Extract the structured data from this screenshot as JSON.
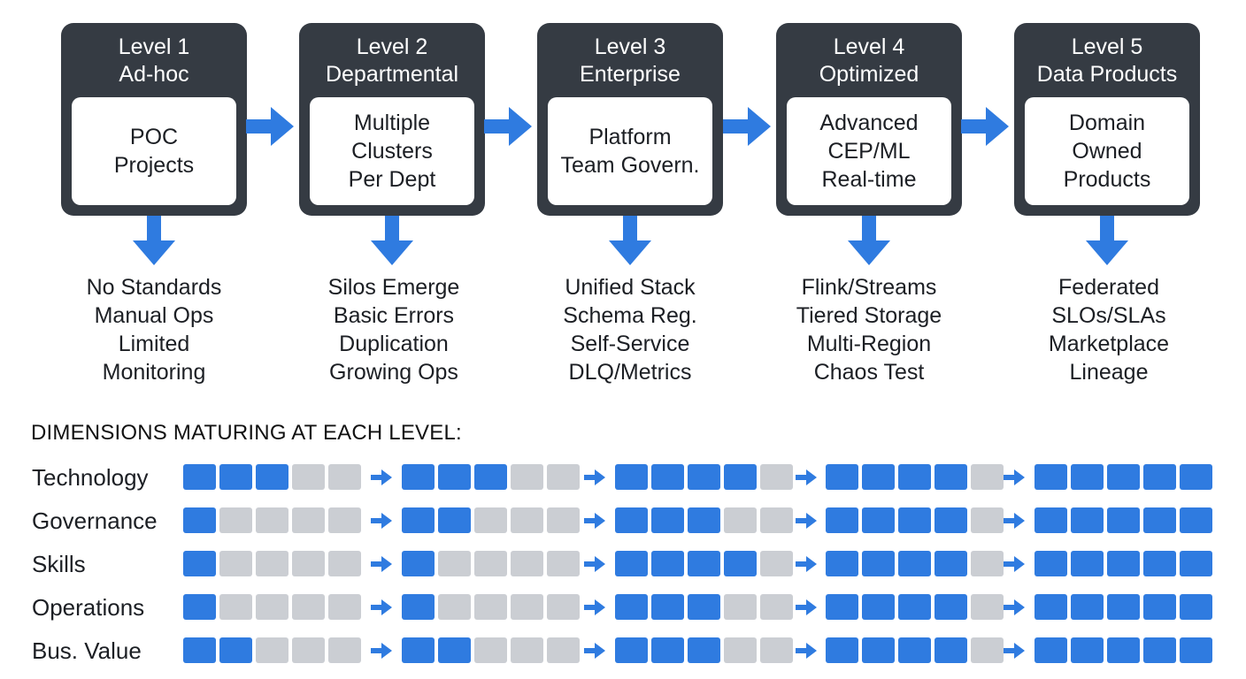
{
  "levels": [
    {
      "title": "Level 1",
      "subtitle": "Ad-hoc",
      "box": [
        "POC",
        "Projects"
      ],
      "outcomes": [
        "No Standards",
        "Manual Ops",
        "Limited",
        "Monitoring"
      ]
    },
    {
      "title": "Level 2",
      "subtitle": "Departmental",
      "box": [
        "Multiple",
        "Clusters",
        "Per Dept"
      ],
      "outcomes": [
        "Silos Emerge",
        "Basic Errors",
        "Duplication",
        "Growing Ops"
      ]
    },
    {
      "title": "Level 3",
      "subtitle": "Enterprise",
      "box": [
        "Platform",
        "Team Govern."
      ],
      "outcomes": [
        "Unified Stack",
        "Schema Reg.",
        "Self-Service",
        "DLQ/Metrics"
      ]
    },
    {
      "title": "Level 4",
      "subtitle": "Optimized",
      "box": [
        "Advanced",
        "CEP/ML",
        "Real-time"
      ],
      "outcomes": [
        "Flink/Streams",
        "Tiered Storage",
        "Multi-Region",
        "Chaos Test"
      ]
    },
    {
      "title": "Level 5",
      "subtitle": "Data Products",
      "box": [
        "Domain",
        "Owned",
        "Products"
      ],
      "outcomes": [
        "Federated",
        "SLOs/SLAs",
        "Marketplace",
        "Lineage"
      ]
    }
  ],
  "dimensions": {
    "heading": "DIMENSIONS MATURING AT EACH LEVEL:",
    "scale_max": 5,
    "rows": [
      {
        "label": "Technology",
        "levels": [
          3,
          3,
          4,
          4,
          5
        ]
      },
      {
        "label": "Governance",
        "levels": [
          1,
          2,
          3,
          4,
          5
        ]
      },
      {
        "label": "Skills",
        "levels": [
          1,
          1,
          4,
          4,
          5
        ]
      },
      {
        "label": "Operations",
        "levels": [
          1,
          1,
          3,
          4,
          5
        ]
      },
      {
        "label": "Bus. Value",
        "levels": [
          2,
          2,
          3,
          4,
          5
        ]
      }
    ]
  },
  "colors": {
    "box_dark": "#353b43",
    "arrow_blue": "#2f7be0",
    "cell_filled": "#2f7be0",
    "cell_empty": "#cbced3"
  },
  "icons": {
    "flow_arrow": "arrow-right-icon",
    "outcome_arrow": "arrow-down-icon"
  }
}
